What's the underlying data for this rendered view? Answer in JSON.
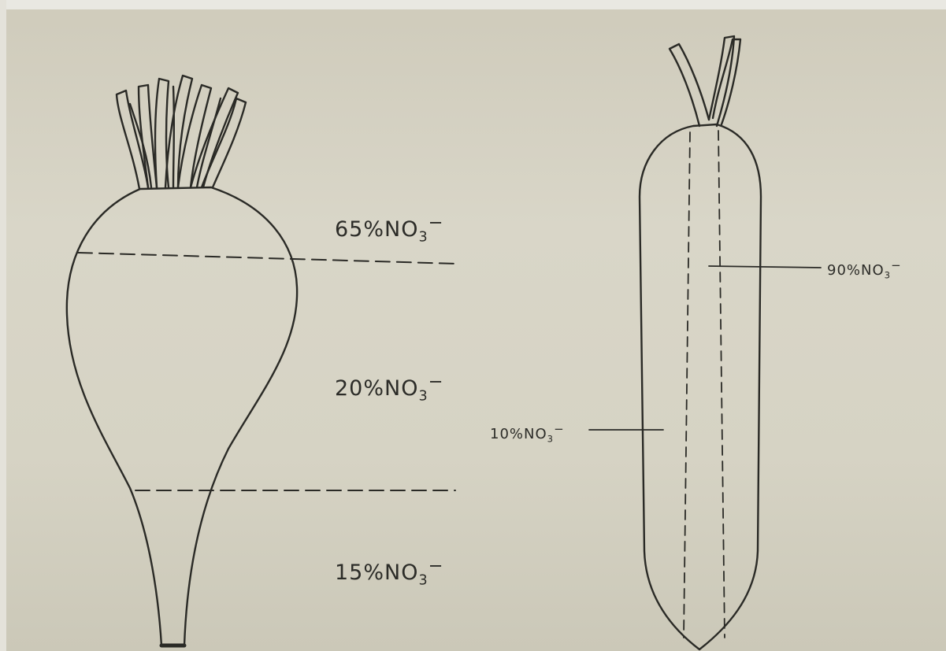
{
  "left_root": {
    "labels": [
      {
        "pct": "65%",
        "ion": "NO",
        "sub": "3",
        "charge": "−"
      },
      {
        "pct": "20%",
        "ion": "NO",
        "sub": "3",
        "charge": "−"
      },
      {
        "pct": "15%",
        "ion": "NO",
        "sub": "3",
        "charge": "−"
      }
    ]
  },
  "right_root": {
    "labels": [
      {
        "pct": "90%",
        "ion": "NO",
        "sub": "3",
        "charge": "−"
      },
      {
        "pct": "10%",
        "ion": "NO",
        "sub": "3",
        "charge": "−"
      }
    ]
  }
}
